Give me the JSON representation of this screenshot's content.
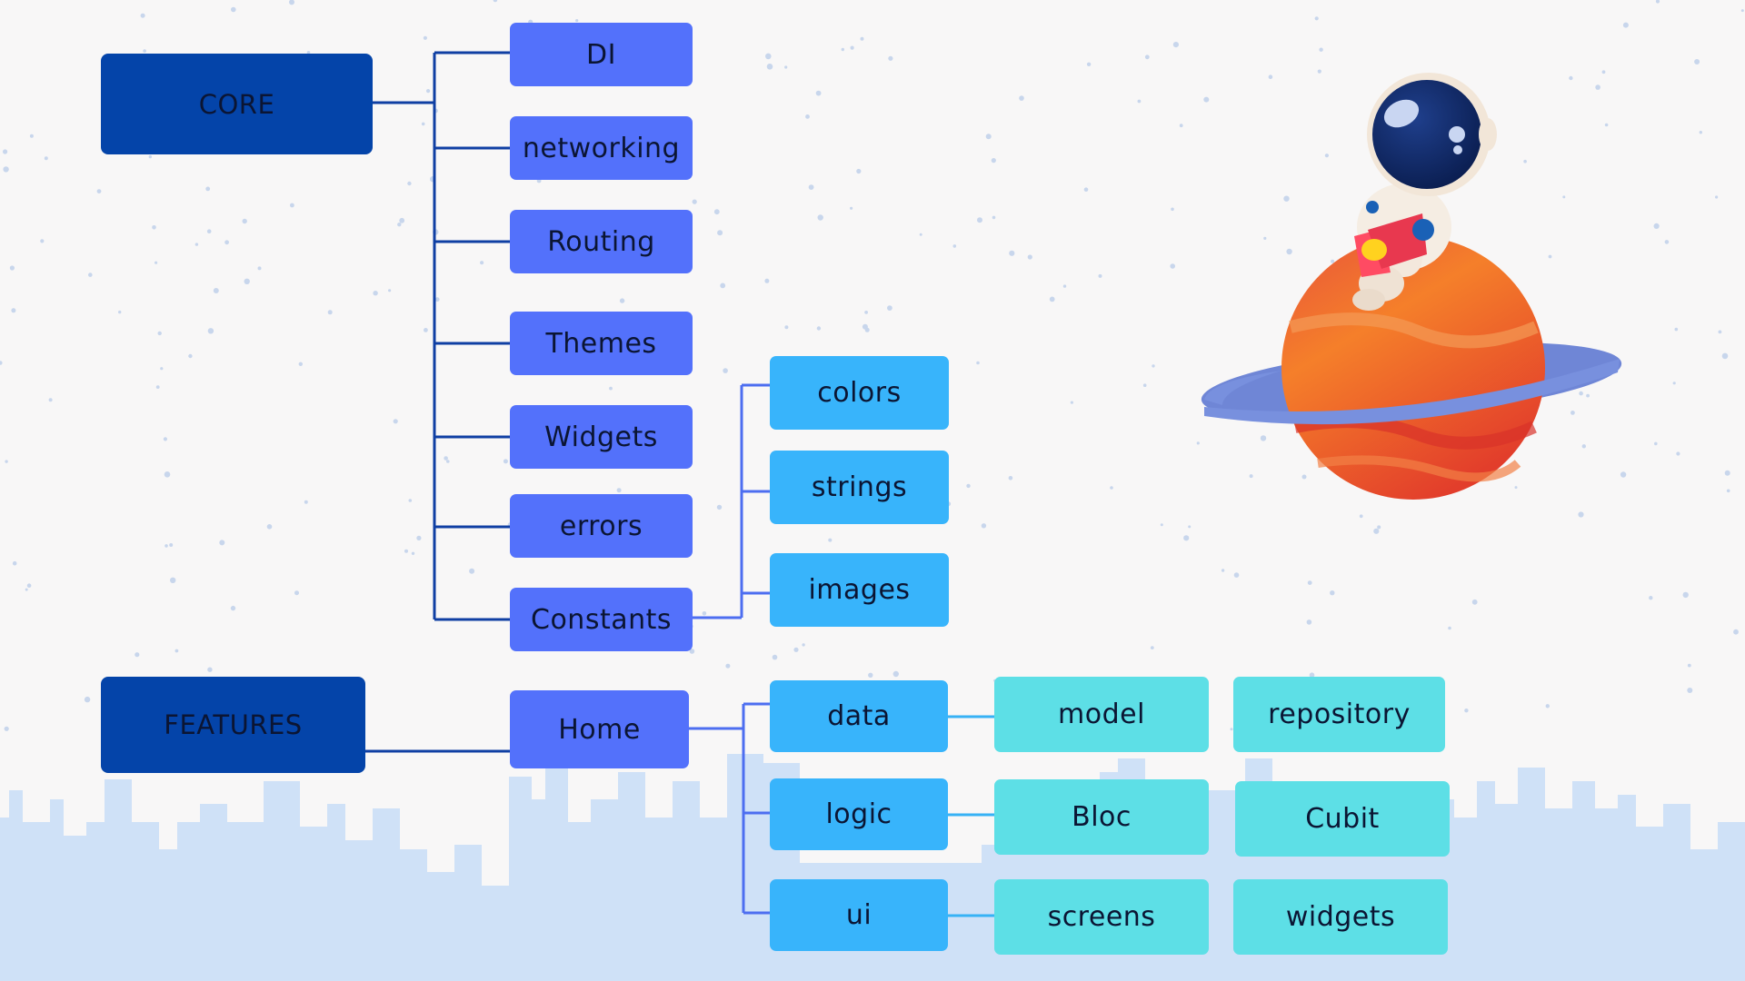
{
  "colors": {
    "background": "#f8f7f7",
    "root": "#0444a9",
    "level1": "#5371fb",
    "level2": "#38b4fb",
    "level3": "#5ddfe6",
    "connector_dark": "#0f3fa3",
    "connector_mid": "#4d6ef0",
    "connector_light": "#37b2f5",
    "skyline": "#cfe1f7"
  },
  "core": {
    "label": "CORE",
    "children": [
      "DI",
      "networking",
      "Routing",
      "Themes",
      "Widgets",
      "errors",
      "Constants"
    ],
    "constants_children": [
      "colors",
      "strings",
      "images"
    ]
  },
  "features": {
    "label": "FEATURES",
    "home": "Home",
    "home_children": [
      {
        "label": "data",
        "children": [
          "model",
          "repository"
        ]
      },
      {
        "label": "logic",
        "children": [
          "Bloc",
          "Cubit"
        ]
      },
      {
        "label": "ui",
        "children": [
          "screens",
          "widgets"
        ]
      }
    ]
  },
  "illustration": {
    "icon": "astronaut-on-planet-icon"
  }
}
